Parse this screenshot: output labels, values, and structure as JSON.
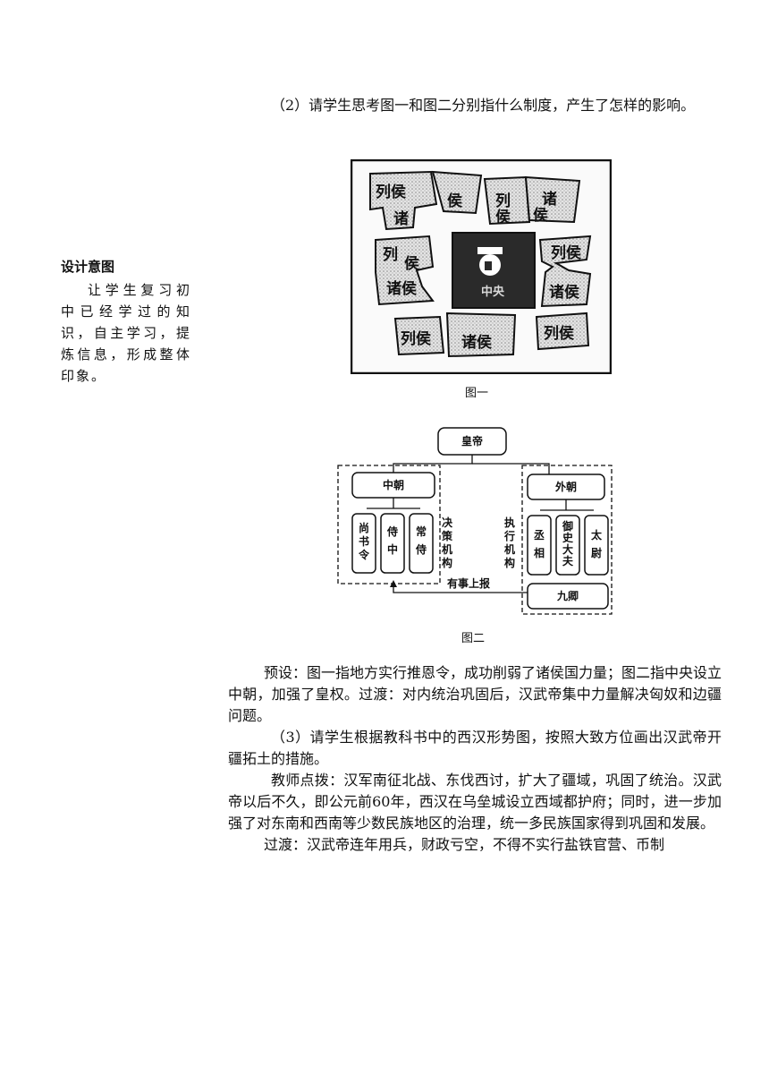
{
  "intro": {
    "question2": "（2）请学生思考图一和图二分别指什么制度，产生了怎样的影响。"
  },
  "sidebar": {
    "heading": "设计意图",
    "body": "让学生复习初中已经学过的知识，自主学习，提炼信息，形成整体印象。"
  },
  "figure1": {
    "caption": "图一",
    "labels": {
      "tl1": "列侯",
      "tl2": "侯",
      "tl3": "诸",
      "tr1": "列",
      "tr2": "侯",
      "tr3": "诸",
      "tr4": "侯",
      "ml1": "列",
      "ml2": "侯",
      "ml3": "诸侯",
      "center": "中央",
      "mr1": "列侯",
      "mr2": "诸侯",
      "mr3": "列侯",
      "bl": "列侯",
      "bc": "诸侯"
    }
  },
  "figure2": {
    "caption": "图二",
    "emperor": "皇帝",
    "inner_court": "中朝",
    "outer_court": "外朝",
    "inner_officials": [
      "尚书令",
      "侍中",
      "常侍"
    ],
    "outer_officials": [
      "丞相",
      "御史大夫",
      "太尉"
    ],
    "decision_label": "决策机构",
    "exec_label": "执行机构",
    "report_label": "有事上报",
    "nine_ministers": "九卿"
  },
  "body": {
    "preset": "预设：图一指地方实行推恩令，成功削弱了诸侯国力量；图二指中央设立中朝，加强了皇权。过渡：对内统治巩固后，汉武帝集中力量解决匈奴和边疆问题。",
    "question3": "（3）请学生根据教科书中的西汉形势图，按照大致方位画出汉武帝开疆拓土的措施。",
    "teacher": "教师点拨：汉军南征北战、东伐西讨，扩大了疆域，巩固了统治。汉武帝以后不久，即公元前60年，西汉在乌垒城设立西域都护府；同时，进一步加强了对东南和西南等少数民族地区的治理，统一多民族国家得到巩固和发展。",
    "transition": "过渡：汉武帝连年用兵，财政亏空，不得不实行盐铁官营、币制"
  }
}
